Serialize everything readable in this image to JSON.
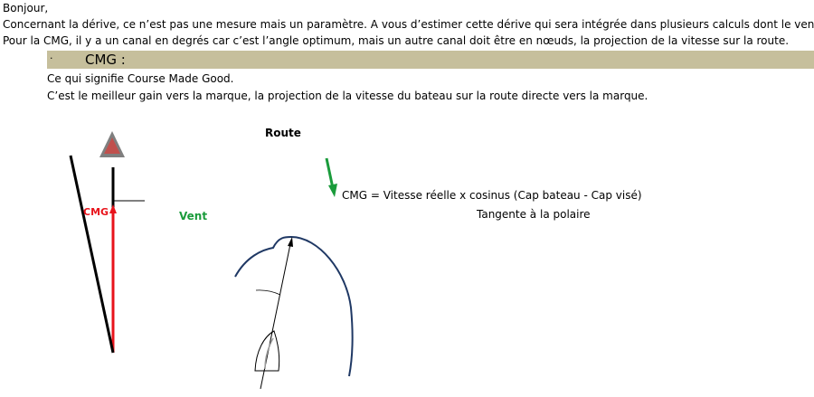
{
  "text": {
    "greeting": "Bonjour,",
    "paragraph1": "Concernant la dérive, ce n’est pas une mesure mais un paramètre. A vous d’estimer cette dérive qui sera intégrée dans plusieurs calculs dont le vent réel.",
    "paragraph2": "Pour la CMG, il y a un canal en degrés car c’est l’angle optimum, mais un autre canal doit être en nœuds, la projection de la vitesse sur la route."
  },
  "section": {
    "bullet": "·",
    "title": "CMG :",
    "line1": "Ce qui signifie Course Made Good.",
    "line2": "C’est le meilleur gain vers la marque, la projection de la vitesse du bateau sur la route directe vers la marque."
  },
  "diagram": {
    "route_label": "Route",
    "cmg_label": "CMG",
    "vent_label": "Vent",
    "formula": "CMG = Vitesse réelle x cosinus (Cap bateau - Cap visé)",
    "tangent_label": "Tangente à la polaire",
    "colors": {
      "cmg_line": "#e8131b",
      "wind_arrow": "#1a9b3b",
      "polar_curve": "#1f3864",
      "mark_triangle": "#7f7f7f",
      "mark_triangle_inner": "#c0504d",
      "banner": "#c6bf9c"
    }
  }
}
